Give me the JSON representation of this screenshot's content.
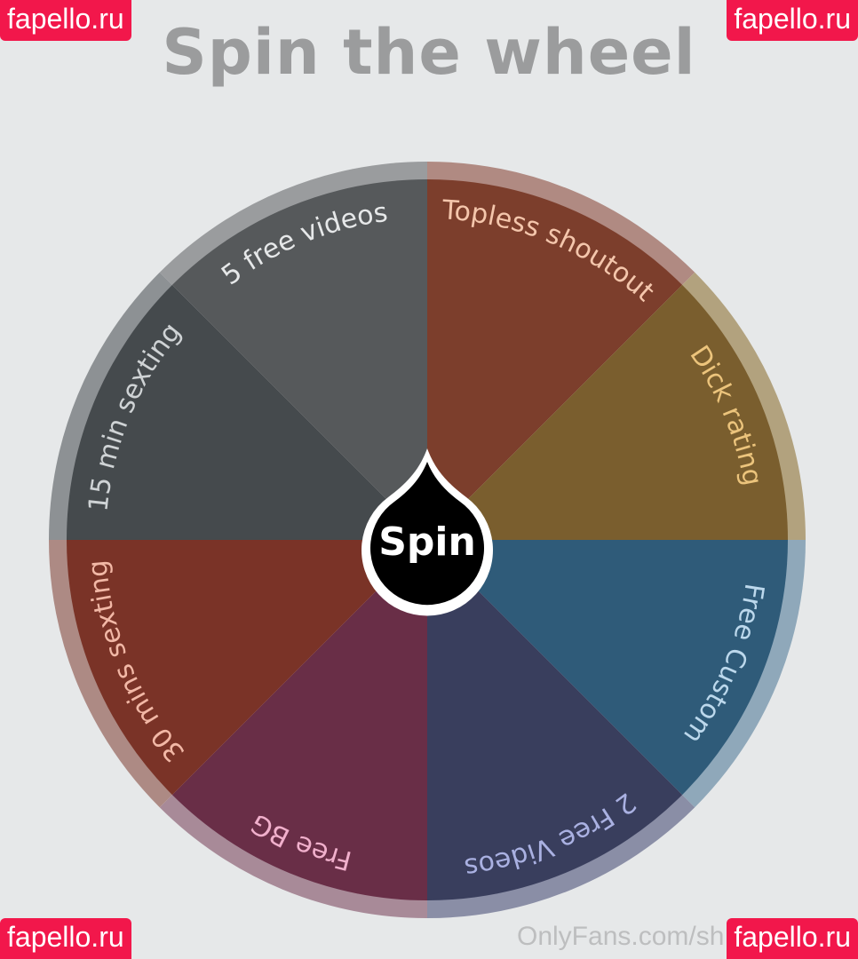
{
  "title": "Spin the wheel",
  "watermarks": [
    "fapello.ru",
    "fapello.ru",
    "fapello.ru",
    "fapello.ru"
  ],
  "footer_text": "OnlyFans.com/sh",
  "spin_button": {
    "label": "Spin"
  },
  "slices": [
    {
      "label": "Topless shoutout",
      "color": "#7c3e2c",
      "rim": "#b08a82",
      "text_color": "#f4c6ac"
    },
    {
      "label": "Dick rating",
      "color": "#7a5e2e",
      "rim": "#b2a27e",
      "text_color": "#ecc47c"
    },
    {
      "label": "Free Custom",
      "color": "#2f5b79",
      "rim": "#8fa8ba",
      "text_color": "#bcd8ec"
    },
    {
      "label": "2 Free Videos",
      "color": "#393e5d",
      "rim": "#8a8ea6",
      "text_color": "#aab1e2"
    },
    {
      "label": "Free BG",
      "color": "#692e47",
      "rim": "#a88a98",
      "text_color": "#f1b0cc"
    },
    {
      "label": "30 mins sexting",
      "color": "#7a3327",
      "rim": "#ad8a84",
      "text_color": "#f2b8a6"
    },
    {
      "label": "15 min sexting",
      "color": "#454a4d",
      "rim": "#8d9194",
      "text_color": "#cfd3d5"
    },
    {
      "label": "5 free videos",
      "color": "#56595b",
      "rim": "#9a9c9e",
      "text_color": "#e6e8e9"
    }
  ]
}
